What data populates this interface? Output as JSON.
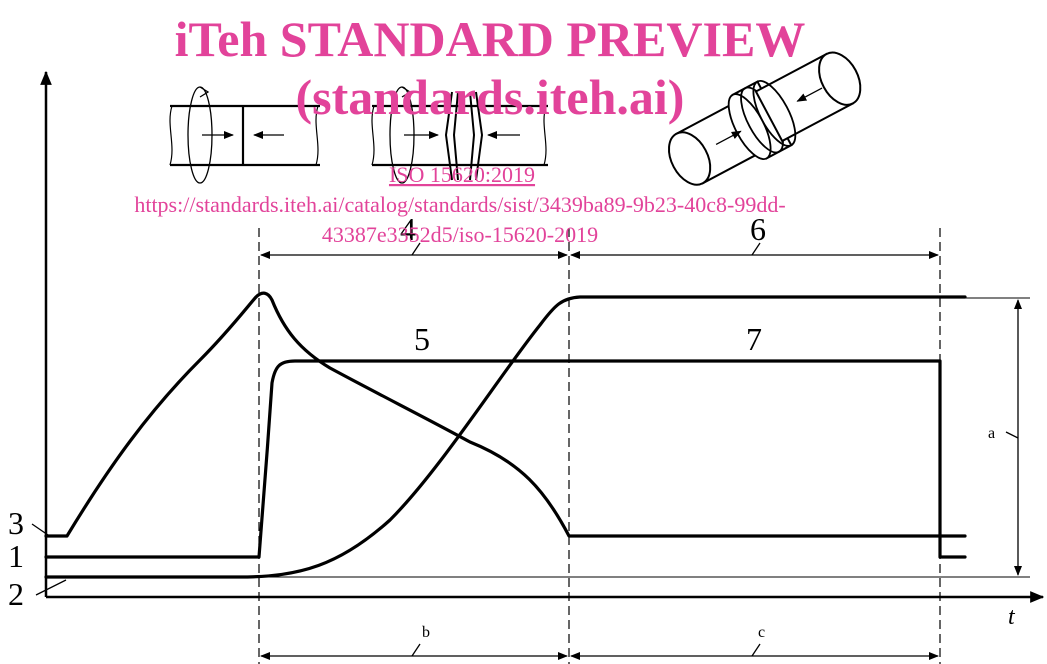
{
  "watermark": {
    "title": "iTeh STANDARD PREVIEW",
    "site": "(standards.iteh.ai)",
    "iso_ref": "ISO 15620:2019",
    "url_line1": "https://standards.iteh.ai/catalog/standards/sist/3439ba89-9b23-40c8-99dd-",
    "url_line2": "43387e3352d5/iso-15620-2019"
  },
  "labels": {
    "n1": "1",
    "n2": "2",
    "n3": "3",
    "n4": "4",
    "n5": "5",
    "n6": "6",
    "n7": "7",
    "a": "a",
    "b": "b",
    "c": "c",
    "t": "t"
  },
  "colors": {
    "watermark": "#e2439a",
    "ink": "#000000"
  }
}
